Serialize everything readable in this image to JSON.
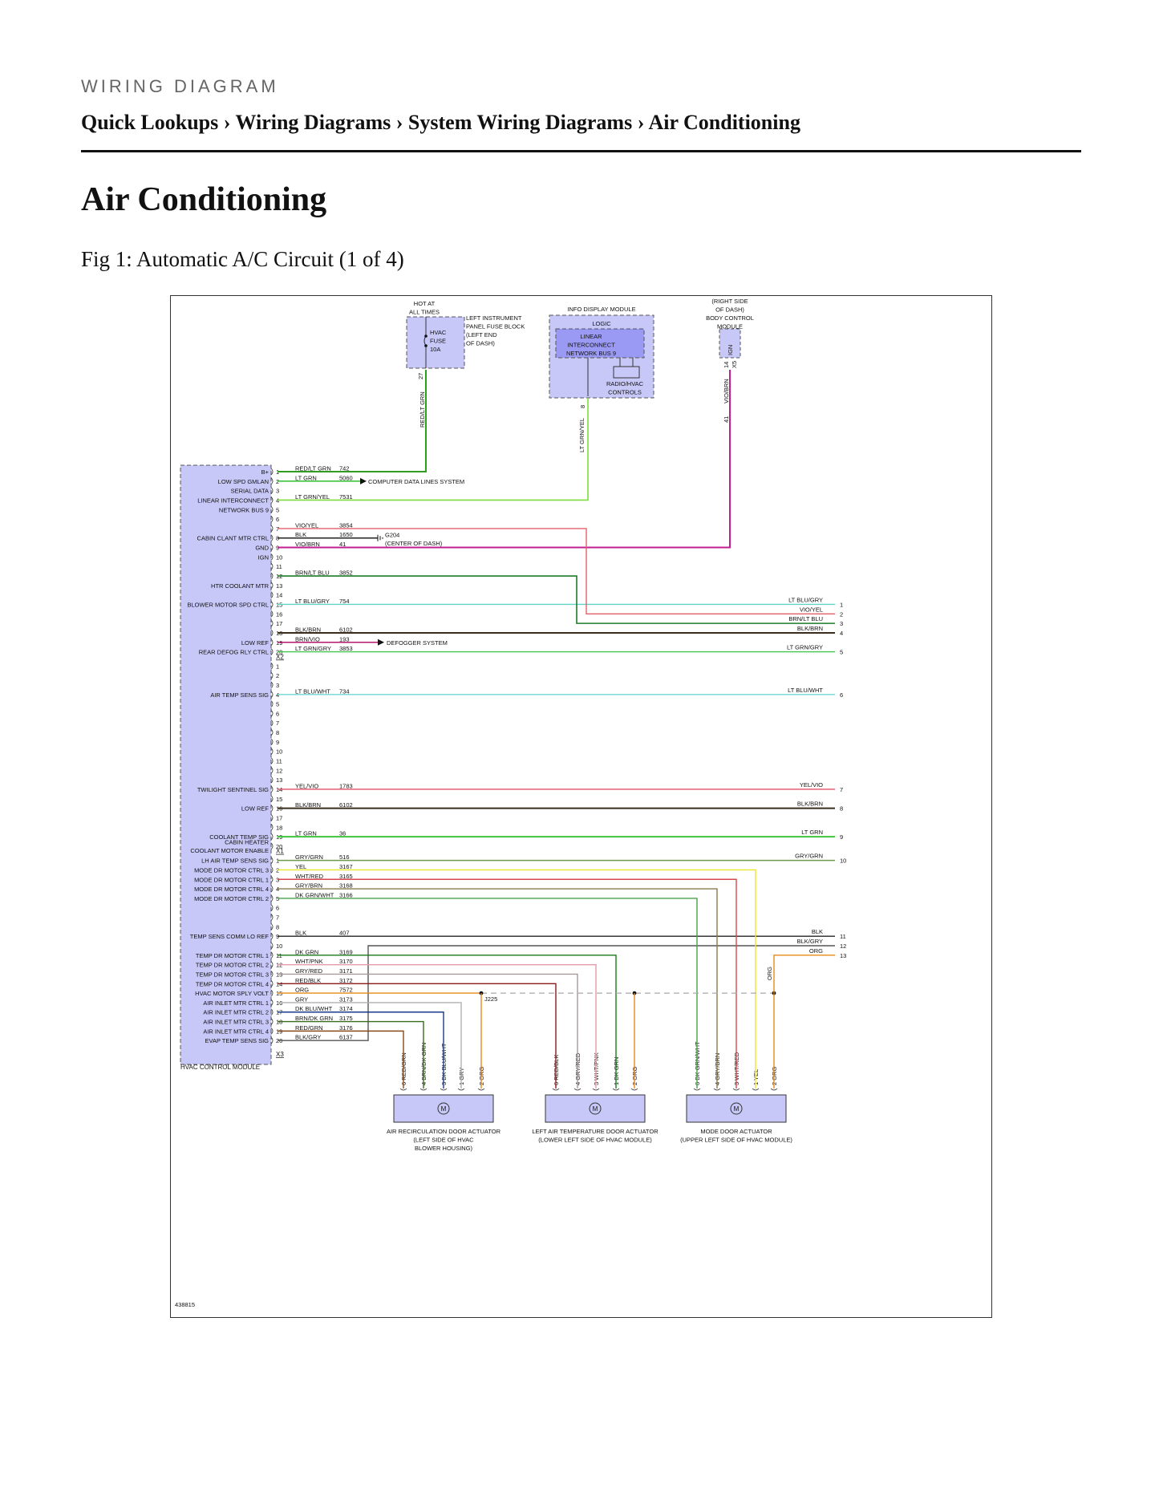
{
  "header": {
    "kicker": "WIRING DIAGRAM"
  },
  "breadcrumb": {
    "items": [
      "Quick Lookups",
      "Wiring Diagrams",
      "System Wiring Diagrams",
      "Air Conditioning"
    ],
    "separator": "›"
  },
  "page_title": "Air Conditioning",
  "figure": {
    "caption": "Fig 1: Automatic A/C Circuit (1 of 4)",
    "id": "438815"
  },
  "diagram": {
    "top": {
      "fuse": {
        "hot": [
          "HOT AT",
          "ALL TIMES"
        ],
        "block": [
          "LEFT INSTRUMENT",
          "PANEL FUSE BLOCK",
          "(LEFT END",
          "OF DASH)"
        ],
        "fuse": [
          "HVAC",
          "FUSE",
          "10A"
        ],
        "pin": "27",
        "wire": "RED/LT GRN"
      },
      "idm": {
        "title": "INFO DISPLAY MODULE",
        "logic": "LOGIC",
        "bus": [
          "LINEAR",
          "INTERCONNECT",
          "NETWORK BUS 9"
        ],
        "radio": [
          "RADIO/HVAC",
          "CONTROLS"
        ],
        "pin": "8",
        "wire": "LT GRN/YEL"
      },
      "bcm": {
        "title": [
          "(RIGHT SIDE",
          "OF DASH)",
          "BODY CONTROL",
          "MODULE"
        ],
        "ign": "IGN",
        "pin": "14",
        "conn": "X5",
        "wire": "VIO/BRN",
        "circuit": "41"
      }
    },
    "module": {
      "name": "HVAC CONTROL MODULE"
    },
    "labels": {
      "cdls": "COMPUTER DATA LINES SYSTEM",
      "ground": [
        "G204",
        "(CENTER OF DASH)"
      ],
      "defog": "DEFOGGER SYSTEM",
      "splice": "J225"
    },
    "connectors": [
      {
        "name": "X2",
        "after": 20
      },
      {
        "name": "X1",
        "after": 20
      },
      {
        "name": "X3",
        "after": 20
      }
    ],
    "pins_c1": [
      {
        "n": "1",
        "label": "B+",
        "color": "RED/LT GRN",
        "circuit": "742"
      },
      {
        "n": "2",
        "label": "LOW SPD GMLAN",
        "color": "LT GRN",
        "circuit": "5060"
      },
      {
        "n": "3",
        "label": "SERIAL DATA"
      },
      {
        "n": "4",
        "label": "LINEAR INTERCONNECT",
        "color": "LT GRN/YEL",
        "circuit": "7531"
      },
      {
        "n": "5",
        "label": "NETWORK BUS 9"
      },
      {
        "n": "6"
      },
      {
        "n": "7",
        "color": "VIO/YEL",
        "circuit": "3854"
      },
      {
        "n": "8",
        "label": "CABIN CLANT MTR CTRL",
        "color": "BLK",
        "circuit": "1650"
      },
      {
        "n": "9",
        "label": "GND",
        "color": "VIO/BRN",
        "circuit": "41"
      },
      {
        "n": "10",
        "label": "IGN"
      },
      {
        "n": "11"
      },
      {
        "n": "12",
        "color": "BRN/LT BLU",
        "circuit": "3852"
      },
      {
        "n": "13",
        "label": "HTR COOLANT MTR"
      },
      {
        "n": "14"
      },
      {
        "n": "15",
        "label": "BLOWER MOTOR SPD CTRL",
        "color": "LT BLU/GRY",
        "circuit": "754"
      },
      {
        "n": "16"
      },
      {
        "n": "17"
      },
      {
        "n": "18",
        "color": "BLK/BRN",
        "circuit": "6102"
      },
      {
        "n": "19",
        "label": "LOW REF",
        "color": "BRN/VIO",
        "circuit": "193"
      },
      {
        "n": "20",
        "label": "REAR DEFOG RLY CTRL",
        "color": "LT GRN/GRY",
        "circuit": "3853"
      }
    ],
    "cabin_heater_label": [
      "CABIN HEATER",
      "COOLANT MOTOR ENABLE"
    ],
    "pins_c2": [
      {
        "n": "1"
      },
      {
        "n": "2"
      },
      {
        "n": "3"
      },
      {
        "n": "4",
        "label": "AIR TEMP SENS SIG",
        "color": "LT BLU/WHT",
        "circuit": "734"
      },
      {
        "n": "5"
      },
      {
        "n": "6"
      },
      {
        "n": "7"
      },
      {
        "n": "8"
      },
      {
        "n": "9"
      },
      {
        "n": "10"
      },
      {
        "n": "11"
      },
      {
        "n": "12"
      },
      {
        "n": "13"
      },
      {
        "n": "14",
        "label": "TWILIGHT SENTINEL SIG",
        "color": "YEL/VIO",
        "circuit": "1783"
      },
      {
        "n": "15"
      },
      {
        "n": "16",
        "label": "LOW REF",
        "color": "BLK/BRN",
        "circuit": "6102"
      },
      {
        "n": "17"
      },
      {
        "n": "18"
      },
      {
        "n": "19",
        "label": "COOLANT TEMP SIG",
        "color": "LT GRN",
        "circuit": "36"
      },
      {
        "n": "20"
      }
    ],
    "pins_c3": [
      {
        "n": "1",
        "label": "LH AIR TEMP SENS SIG",
        "color": "GRY/GRN",
        "circuit": "516"
      },
      {
        "n": "2",
        "label": "MODE DR MOTOR CTRL 3",
        "color": "YEL",
        "circuit": "3167"
      },
      {
        "n": "3",
        "label": "MODE DR MOTOR CTRL 1",
        "color": "WHT/RED",
        "circuit": "3165"
      },
      {
        "n": "4",
        "label": "MODE DR MOTOR CTRL 4",
        "color": "GRY/BRN",
        "circuit": "3168"
      },
      {
        "n": "5",
        "label": "MODE DR MOTOR CTRL 2",
        "color": "DK GRN/WHT",
        "circuit": "3166"
      },
      {
        "n": "6"
      },
      {
        "n": "7"
      },
      {
        "n": "8"
      },
      {
        "n": "9",
        "label": "TEMP SENS COMM LO REF",
        "color": "BLK",
        "circuit": "407"
      },
      {
        "n": "10"
      },
      {
        "n": "11",
        "label": "TEMP DR MOTOR CTRL 1",
        "color": "DK GRN",
        "circuit": "3169"
      },
      {
        "n": "12",
        "label": "TEMP DR MOTOR CTRL 2",
        "color": "WHT/PNK",
        "circuit": "3170"
      },
      {
        "n": "13",
        "label": "TEMP DR MOTOR CTRL 3",
        "color": "GRY/RED",
        "circuit": "3171"
      },
      {
        "n": "14",
        "label": "TEMP DR MOTOR CTRL 4",
        "color": "RED/BLK",
        "circuit": "3172"
      },
      {
        "n": "15",
        "label": "HVAC MOTOR SPLY VOLT",
        "color": "ORG",
        "circuit": "7572"
      },
      {
        "n": "16",
        "label": "AIR INLET MTR CTRL 1",
        "color": "GRY",
        "circuit": "3173"
      },
      {
        "n": "17",
        "label": "AIR INLET MTR CTRL 2",
        "color": "DK BLU/WHT",
        "circuit": "3174"
      },
      {
        "n": "18",
        "label": "AIR INLET MTR CTRL 3",
        "color": "BRN/DK GRN",
        "circuit": "3175"
      },
      {
        "n": "19",
        "label": "AIR INLET MTR CTRL 4",
        "color": "RED/GRN",
        "circuit": "3176"
      },
      {
        "n": "20",
        "label": "EVAP TEMP SENS SIG",
        "color": "BLK/GRY",
        "circuit": "6137"
      }
    ],
    "exits": [
      {
        "n": "1",
        "color": "LT BLU/GRY"
      },
      {
        "n": "2",
        "color": "VIO/YEL"
      },
      {
        "n": "3",
        "color": "BRN/LT BLU"
      },
      {
        "n": "4",
        "color": "BLK/BRN"
      },
      {
        "n": "5",
        "color": "LT GRN/GRY"
      },
      {
        "n": "6",
        "color": "LT BLU/WHT"
      },
      {
        "n": "7",
        "color": "YEL/VIO"
      },
      {
        "n": "8",
        "color": "BLK/BRN"
      },
      {
        "n": "9",
        "color": "LT GRN"
      },
      {
        "n": "10",
        "color": "GRY/GRN"
      },
      {
        "n": "11",
        "color": "BLK"
      },
      {
        "n": "12",
        "color": "BLK/GRY"
      },
      {
        "n": "13",
        "color": "ORG"
      }
    ],
    "actuators": [
      {
        "name": [
          "AIR RECIRCULATION DOOR ACTUATOR",
          "(LEFT SIDE OF HVAC",
          "BLOWER HOUSING)"
        ],
        "pins": [
          {
            "n": "6",
            "color": "RED/GRN"
          },
          {
            "n": "4",
            "color": "BRN/DK GRN"
          },
          {
            "n": "3",
            "color": "DK BLU/WHT"
          },
          {
            "n": "1",
            "color": "GRY"
          },
          {
            "n": "2",
            "color": "ORG"
          }
        ]
      },
      {
        "name": [
          "LEFT AIR TEMPERATURE DOOR ACTUATOR",
          "(LOWER LEFT SIDE OF HVAC MODULE)"
        ],
        "pins": [
          {
            "n": "6",
            "color": "RED/BLK"
          },
          {
            "n": "4",
            "color": "GRY/RED"
          },
          {
            "n": "3",
            "color": "WHT/PNK"
          },
          {
            "n": "1",
            "color": "DK GRN"
          },
          {
            "n": "2",
            "color": "ORG"
          }
        ]
      },
      {
        "name": [
          "MODE DOOR ACTUATOR",
          "(UPPER LEFT SIDE OF HVAC MODULE)"
        ],
        "pins": [
          {
            "n": "6",
            "color": "DK GRN/WHT"
          },
          {
            "n": "4",
            "color": "GRY/BRN"
          },
          {
            "n": "3",
            "color": "WHT/RED"
          },
          {
            "n": "1",
            "color": "YEL"
          },
          {
            "n": "2",
            "color": "ORG"
          }
        ]
      }
    ],
    "motor_symbol": "M",
    "org_vertical_label": "ORG"
  }
}
